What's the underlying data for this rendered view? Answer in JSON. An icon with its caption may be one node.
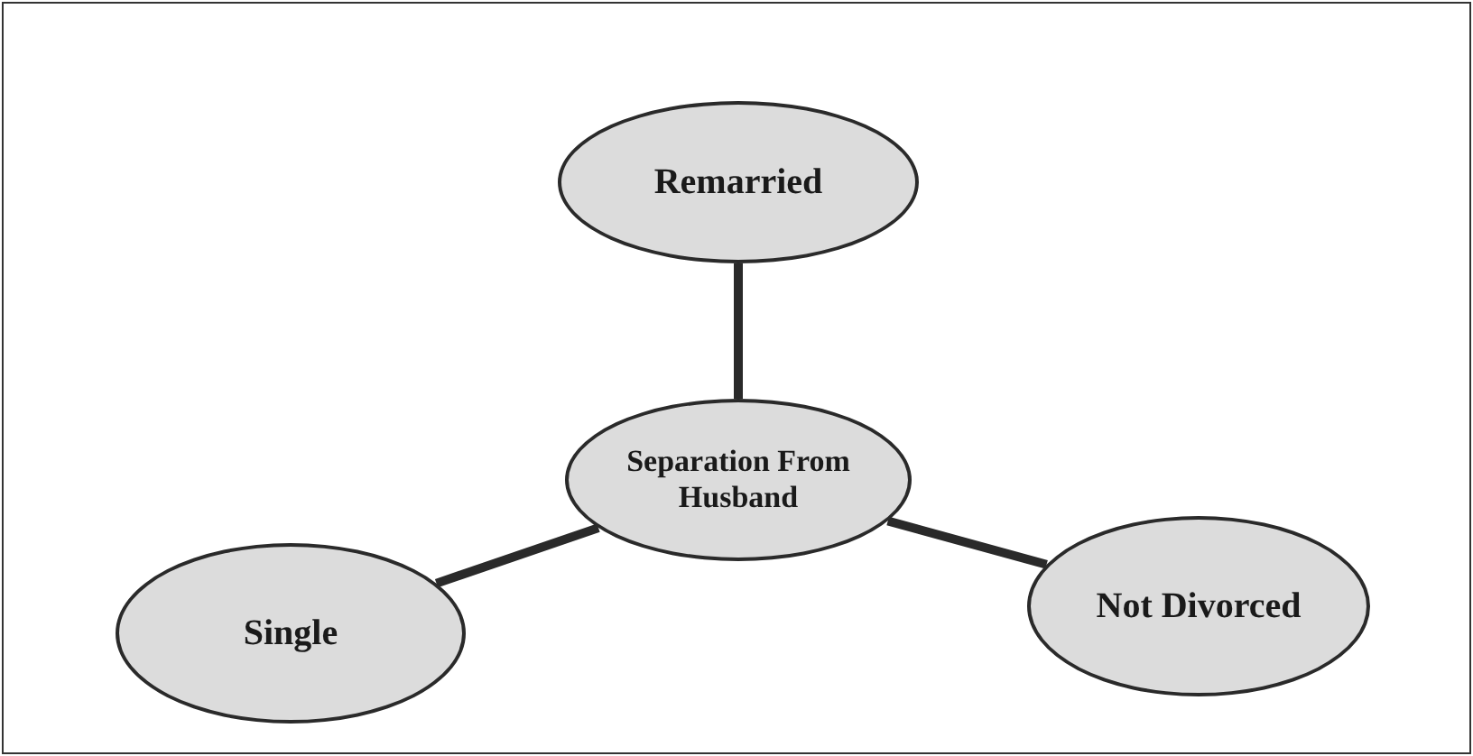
{
  "diagram": {
    "nodes": [
      {
        "text": [
          "Remarried"
        ]
      },
      {
        "text": [
          "Separation From Husband"
        ]
      },
      {
        "text": [
          "Single"
        ]
      },
      {
        "text": [
          "Not Divorced"
        ]
      }
    ],
    "edges": [
      {
        "from": 1,
        "to": 0,
        "arrow": "none"
      },
      {
        "from": 1,
        "to": 2,
        "arrow": "none"
      },
      {
        "from": 1,
        "to": 3,
        "arrow": "none"
      }
    ]
  }
}
